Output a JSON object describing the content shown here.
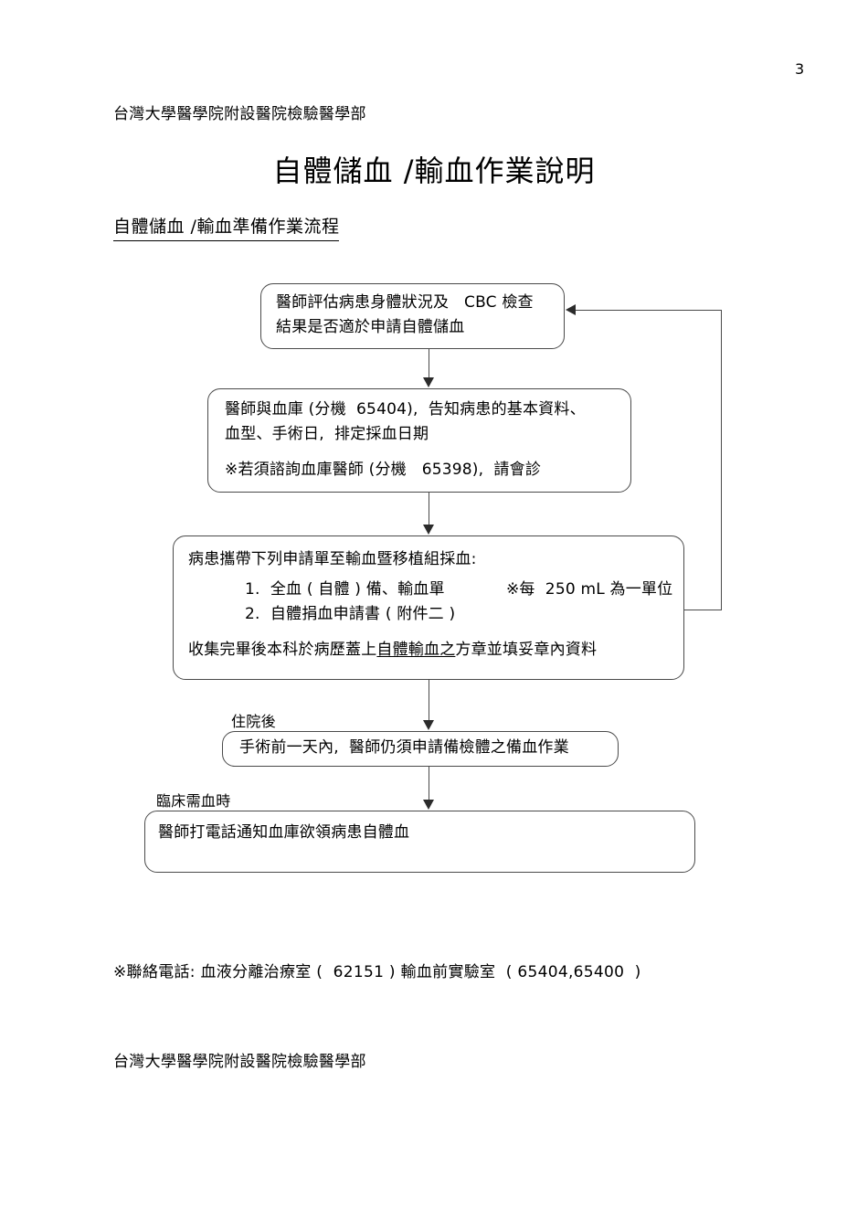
{
  "document": {
    "page_number": "3",
    "department_header": "台灣大學醫學院附設醫院檢驗醫學部",
    "title": "自體儲血 /輸血作業說明",
    "section_title": "自體儲血 /輸血準備作業流程 ",
    "contact_line": "※聯絡電話: 血液分離治療室 (  62151 ) 輸血前實驗室  ( 65404,65400  )",
    "department_footer": "台灣大學醫學院附設醫院檢驗醫學部"
  },
  "flowchart": {
    "box1": {
      "line1": "醫師評估病患身體狀況及   CBC 檢查",
      "line2": "結果是否適於申請自體儲血"
    },
    "box2": {
      "line1": "醫師與血庫 (分機  65404),  告知病患的基本資料、",
      "line2": "血型、手術日,  排定採血日期",
      "line3": "※若須諮詢血庫醫師 (分機   65398),  請會診"
    },
    "box3": {
      "intro": "病患攜帶下列申請單至輸血暨移植組採血:",
      "items": [
        "1.  全血 ( 自體 ) 備、輸血單            ※每  250 mL 為一單位",
        "2.  自體捐血申請書 ( 附件二 )"
      ],
      "closing_prefix": "收集完畢後本科於病歷蓋上",
      "closing_underlined": "自體輸血之",
      "closing_suffix": "方章並填妥章內資料"
    },
    "box4": {
      "line1": "手術前一天內,  醫師仍須申請備檢體之備血作業"
    },
    "box5": {
      "line1": "醫師打電話通知血庫欲領病患自體血"
    },
    "labels": {
      "admitted": "住院後",
      "clinical_need": "臨床需血時"
    }
  },
  "colors": {
    "box_border": "#4a4a4a",
    "connector": "#4a4a4a",
    "arrow_head": "#2b2b2b",
    "text": "#000000",
    "page_background": "#ffffff"
  }
}
